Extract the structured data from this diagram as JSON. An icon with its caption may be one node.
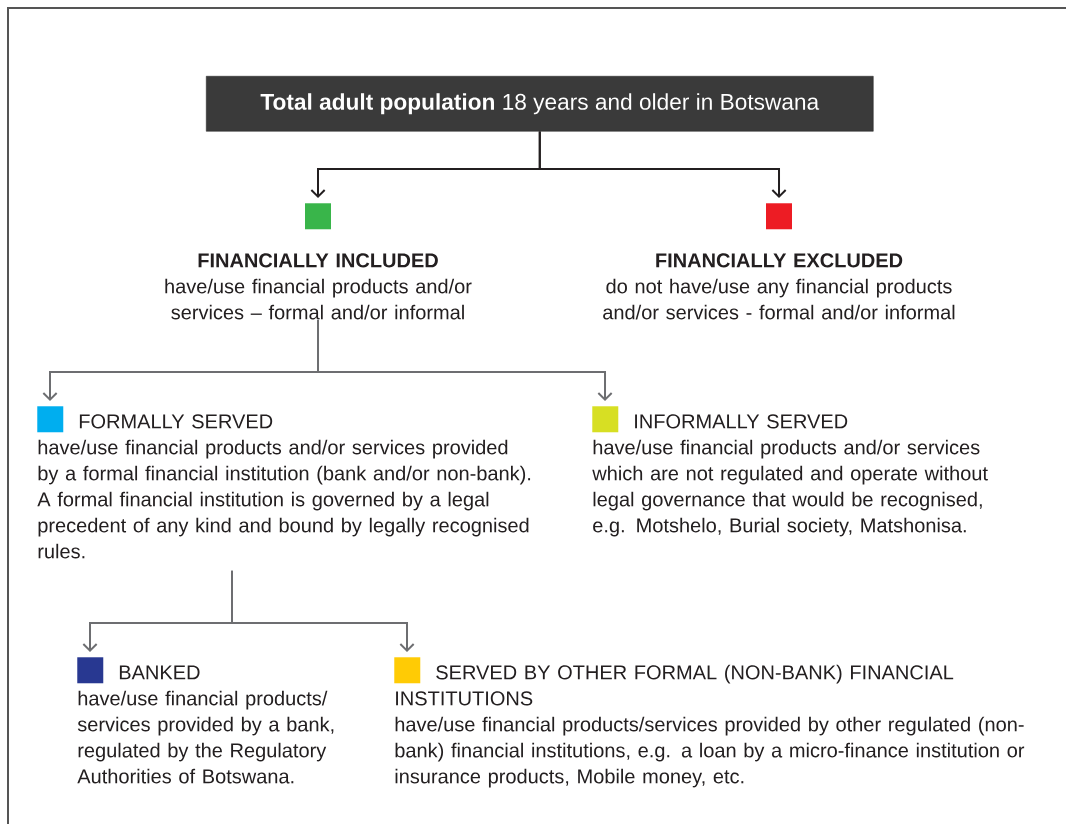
{
  "diagram": {
    "nodes": [
      {
        "text": [
          "**Total adult population** 18 years and older in Botswana"
        ]
      },
      {
        "text": [
          "FINANCIALLY INCLUDED",
          "have/use financial products and/or services – formal and/or informal"
        ]
      },
      {
        "text": [
          "FINANCIALLY EXCLUDED",
          "do not have/use any financial products and/or services - formal and/or informal"
        ]
      },
      {
        "text": [
          "FORMALLY SERVED",
          "have/use financial products and/or services provided by a formal financial institution (bank and/or non-bank). A formal financial institution is governed by a legal precedent of any kind and bound by legally recognised rules."
        ]
      },
      {
        "text": [
          "INFORMALLY SERVED",
          "have/use financial products and/or services which are not regulated and operate without legal governance that would be recognised, e.g. Motshelo, Burial society, Matshonisa."
        ]
      },
      {
        "text": [
          "BANKED",
          "have/use financial products/ services provided by a bank, regulated by the Regulatory Authorities of Botswana."
        ]
      },
      {
        "text": [
          "SERVED BY OTHER FORMAL (NON-BANK) FINANCIAL INSTITUTIONS",
          "have/use financial products/services provided by other regulated (non-bank) financial institutions, e.g. a loan by a micro-finance institution or insurance products, Mobile money, etc."
        ]
      }
    ],
    "edges": [
      {
        "from": 0,
        "to": 1,
        "arrow": "to",
        "color": "#231f20"
      },
      {
        "from": 0,
        "to": 2,
        "arrow": "to",
        "color": "#231f20"
      },
      {
        "from": 1,
        "to": 3,
        "arrow": "to"
      },
      {
        "from": 1,
        "to": 4,
        "arrow": "to"
      },
      {
        "from": 3,
        "to": 5,
        "arrow": "to"
      },
      {
        "from": 3,
        "to": 6,
        "arrow": "to"
      }
    ]
  }
}
